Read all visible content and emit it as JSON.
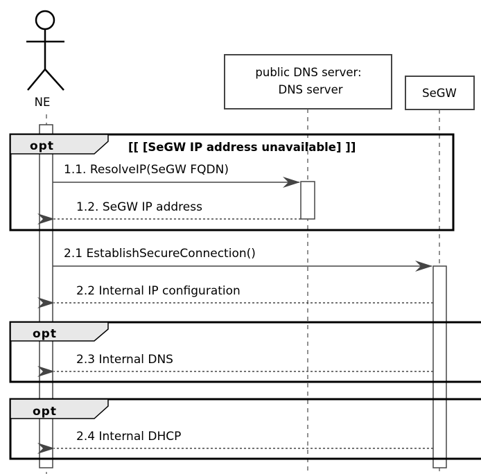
{
  "participants": {
    "ne": {
      "name": "NE"
    },
    "dns": {
      "line1": "public DNS server:",
      "line2": "DNS server"
    },
    "segw": {
      "name": "SeGW"
    }
  },
  "fragments": [
    {
      "keyword": "opt",
      "guard": "[[ [SeGW IP address unavailable] ]]"
    },
    {
      "keyword": "opt",
      "guard": ""
    },
    {
      "keyword": "opt",
      "guard": ""
    }
  ],
  "messages": [
    {
      "label": "1.1. ResolveIP(SeGW FQDN)",
      "style": "solid"
    },
    {
      "label": "1.2. SeGW IP address",
      "style": "dashed"
    },
    {
      "label": "2.1 EstablishSecureConnection()",
      "style": "solid"
    },
    {
      "label": "2.2 Internal IP configuration",
      "style": "dashed"
    },
    {
      "label": "2.3 Internal DNS",
      "style": "dashed"
    },
    {
      "label": "2.4 Internal DHCP",
      "style": "dashed"
    }
  ],
  "colors": {
    "frame_fill": "#e8e8e8",
    "line": "#000000",
    "lifeline": "#555555"
  }
}
